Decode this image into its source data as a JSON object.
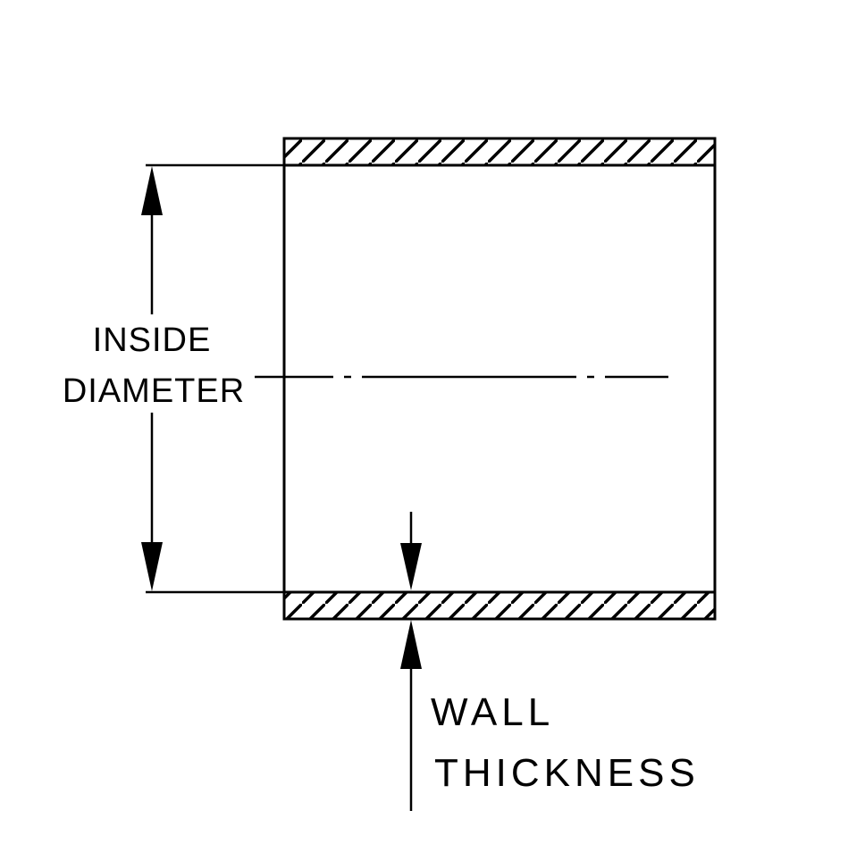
{
  "diagram": {
    "type": "technical-drawing",
    "subject": "tube-cross-section",
    "labels": {
      "inside_diameter": [
        "INSIDE",
        "DIAMETER"
      ],
      "wall_thickness": [
        "WALL",
        "THICKNESS"
      ]
    },
    "colors": {
      "line": "#000000",
      "background": "#ffffff"
    }
  }
}
